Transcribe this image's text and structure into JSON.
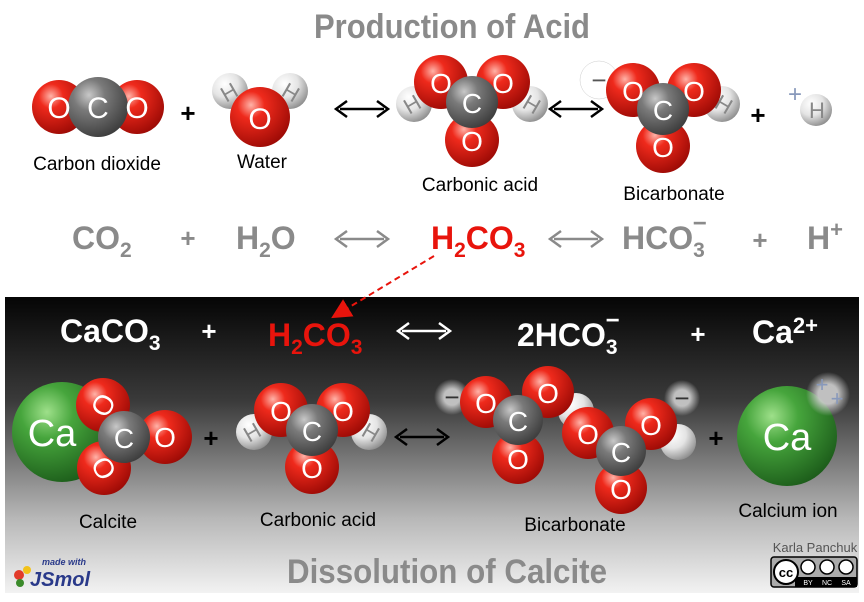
{
  "top": {
    "title": "Production of Acid",
    "labels": {
      "co2": "Carbon dioxide",
      "water": "Water",
      "carbonic": "Carbonic acid",
      "bicarbonate": "Bicarbonate"
    },
    "atoms": {
      "o": "O",
      "c": "C",
      "h": "H"
    },
    "ops": {
      "plus": "+",
      "minus": "−"
    },
    "eq": {
      "co2_base": "CO",
      "co2_sub": "2",
      "h2o_a": "H",
      "h2o_sub": "2",
      "h2o_b": "O",
      "h2co3_a": "H",
      "h2co3_sub1": "2",
      "h2co3_b": "CO",
      "h2co3_sub2": "3",
      "hco3_base": "HCO",
      "hco3_sub": "3",
      "hco3_sup": "−",
      "h_base": "H",
      "h_sup": "+"
    }
  },
  "bottom": {
    "title": "Dissolution of Calcite",
    "labels": {
      "calcite": "Calcite",
      "carbonic": "Carbonic acid",
      "bicarbonate": "Bicarbonate",
      "calcium": "Calcium ion"
    },
    "atoms": {
      "ca": "Ca"
    },
    "eq": {
      "caco3_base": "CaCO",
      "caco3_sub": "3",
      "h2co3_a": "H",
      "h2co3_sub1": "2",
      "h2co3_b": "CO",
      "h2co3_sub2": "3",
      "hco3_base": "2HCO",
      "hco3_sub": "3",
      "hco3_sup": "−",
      "ca_base": "Ca",
      "ca_sup": "2+"
    }
  },
  "footer": {
    "author": "Karla Panchuk",
    "jsmol_small": "made with",
    "jsmol_big": "JSmol",
    "license": {
      "cc": "cc",
      "by": "BY",
      "nc": "NC",
      "sa": "SA"
    }
  },
  "colors": {
    "oxygen": "#e0231c",
    "carbon": "#707070",
    "hydrogen": "#e8e8e8",
    "calcium": "#3c9a3c",
    "acid_red": "#e8140c",
    "gray_text": "#8a8a8a",
    "panel_dark": "#111111"
  }
}
